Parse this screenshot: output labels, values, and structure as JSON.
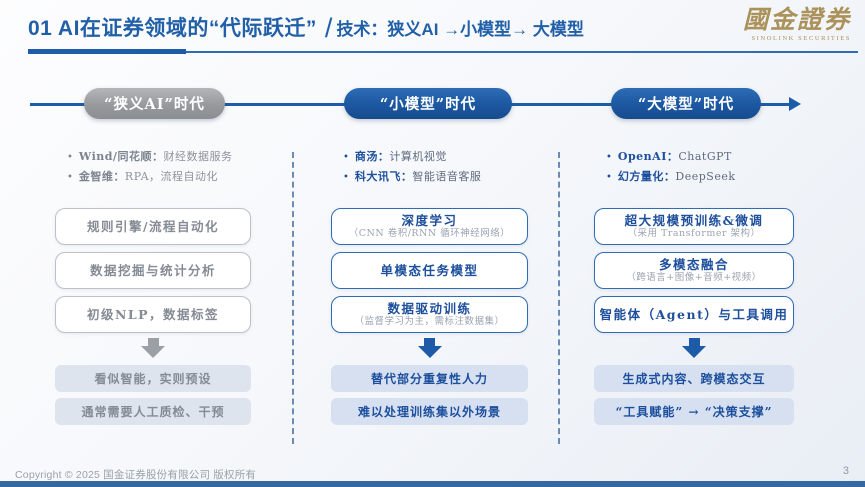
{
  "header": {
    "title_main": "01 AI在证券领域的“代际跃迁”",
    "title_slash": "/",
    "title_sub": "技术：狭义AI →小模型→ 大模型",
    "logo_text": "國金證券",
    "logo_subtext": "SINOLINK SECURITIES"
  },
  "timeline": {
    "stages": [
      {
        "label": "“狭义AI”时代",
        "color": "#98999b"
      },
      {
        "label": "“小模型”时代",
        "color": "#1d57a0"
      },
      {
        "label": "“大模型”时代",
        "color": "#1d57a0"
      }
    ]
  },
  "columns": [
    {
      "era": "narrow-ai",
      "bullets": [
        {
          "name": "Wind/同花顺：",
          "desc": "财经数据服务"
        },
        {
          "name": "金智维：",
          "desc": "RPA，流程自动化"
        }
      ],
      "boxes": [
        {
          "title": "规则引擎/流程自动化",
          "subtitle": ""
        },
        {
          "title": "数据挖掘与统计分析",
          "subtitle": ""
        },
        {
          "title": "初级NLP，数据标签",
          "subtitle": ""
        }
      ],
      "results": [
        "看似智能，实则预设",
        "通常需要人工质检、干预"
      ]
    },
    {
      "era": "small-model",
      "bullets": [
        {
          "name": "商汤：",
          "desc": "计算机视觉"
        },
        {
          "name": "科大讯飞：",
          "desc": "智能语音客服"
        }
      ],
      "boxes": [
        {
          "title": "深度学习",
          "subtitle": "（CNN 卷积/RNN 循环神经网络）"
        },
        {
          "title": "单模态任务模型",
          "subtitle": ""
        },
        {
          "title": "数据驱动训练",
          "subtitle": "（监督学习为主，需标注数据集）"
        }
      ],
      "results": [
        "替代部分重复性人力",
        "难以处理训练集以外场景"
      ]
    },
    {
      "era": "large-model",
      "bullets": [
        {
          "name": "OpenAI：",
          "desc": "ChatGPT"
        },
        {
          "name": "幻方量化：",
          "desc": "DeepSeek"
        }
      ],
      "boxes": [
        {
          "title": "超大规模预训练&微调",
          "subtitle": "（采用 Transformer 架构）"
        },
        {
          "title": "多模态融合",
          "subtitle": "（跨语言+图像+音频+视频）"
        },
        {
          "title": "智能体（Agent）与工具调用",
          "subtitle": ""
        }
      ],
      "results": [
        "生成式内容、跨模态交互",
        "“工具赋能” → “决策支撑”"
      ]
    }
  ],
  "footer": {
    "copyright": "Copyright © 2025 国金证券股份有限公司 版权所有",
    "page_number": "3"
  },
  "colors": {
    "accent_blue": "#1d5ca8",
    "stage_gray": "#98999b",
    "logo_gold": "#ab915a"
  }
}
